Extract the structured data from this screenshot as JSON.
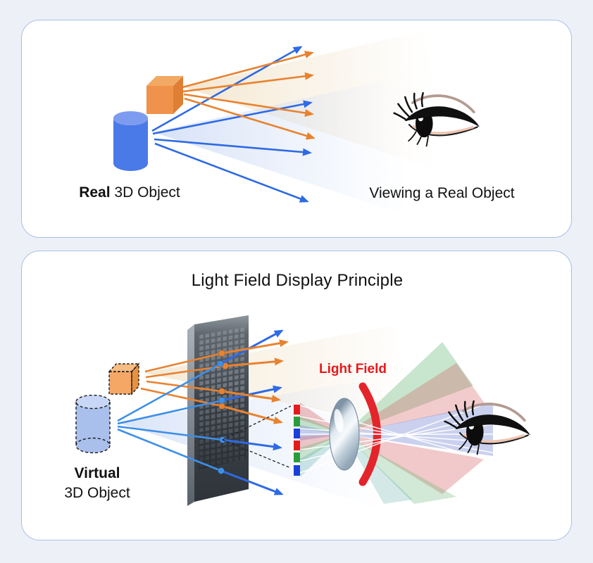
{
  "top_panel": {
    "object_label_bold": "Real",
    "object_label_rest": " 3D Object",
    "caption": "Viewing a Real Object"
  },
  "bottom_panel": {
    "title": "Light Field Display Principle",
    "object_label_bold": "Virtual",
    "object_label_rest": "3D Object",
    "light_field_label": "Light Field"
  },
  "colors": {
    "background": "#EDF1F7",
    "panel_border": "#A7BEE8",
    "ray_blue": "#2E6AE3",
    "ray_blue_incoming": "#3E8FE8",
    "ray_orange": "#E8822F",
    "light_field_red": "#E8191C",
    "subpixel_red": "#E31B1C",
    "subpixel_green": "#2B9C3E",
    "subpixel_blue": "#1C3FD8",
    "cube_orange": "#F0924C",
    "cylinder_blue": "#4A79E8",
    "virtual_cylinder_blue": "#A9BFEC",
    "display_slab_gray": "#3C4249"
  }
}
